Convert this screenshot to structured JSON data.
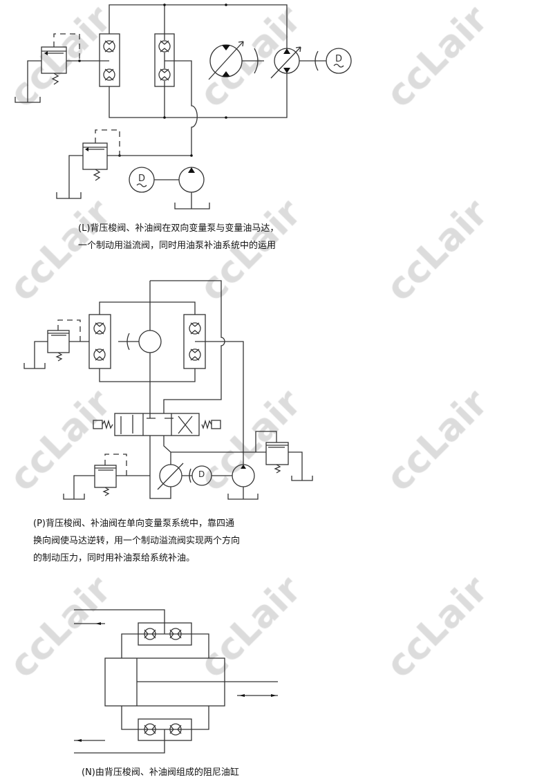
{
  "watermark": "ccLair",
  "diagrams": [
    {
      "id": "L",
      "caption_lines": [
        "(L)背压梭阀、补油阀在双向变量泵与变量油马达，",
        "一个制动用溢流阀，同时用油泵补油系统中的运用"
      ]
    },
    {
      "id": "P",
      "caption_lines": [
        "(P)背压梭阀、补油阀在单向变量泵系统中，靠四通",
        "换向阀使马达逆转，用一个制动溢流阀实现两个方向",
        "的制动压力，同时用补油泵给系统补油。"
      ]
    },
    {
      "id": "N",
      "caption_lines": [
        "(N)由背压梭阀、补油阀组成的阻尼油缸"
      ]
    }
  ],
  "motor_symbol_label": "D"
}
